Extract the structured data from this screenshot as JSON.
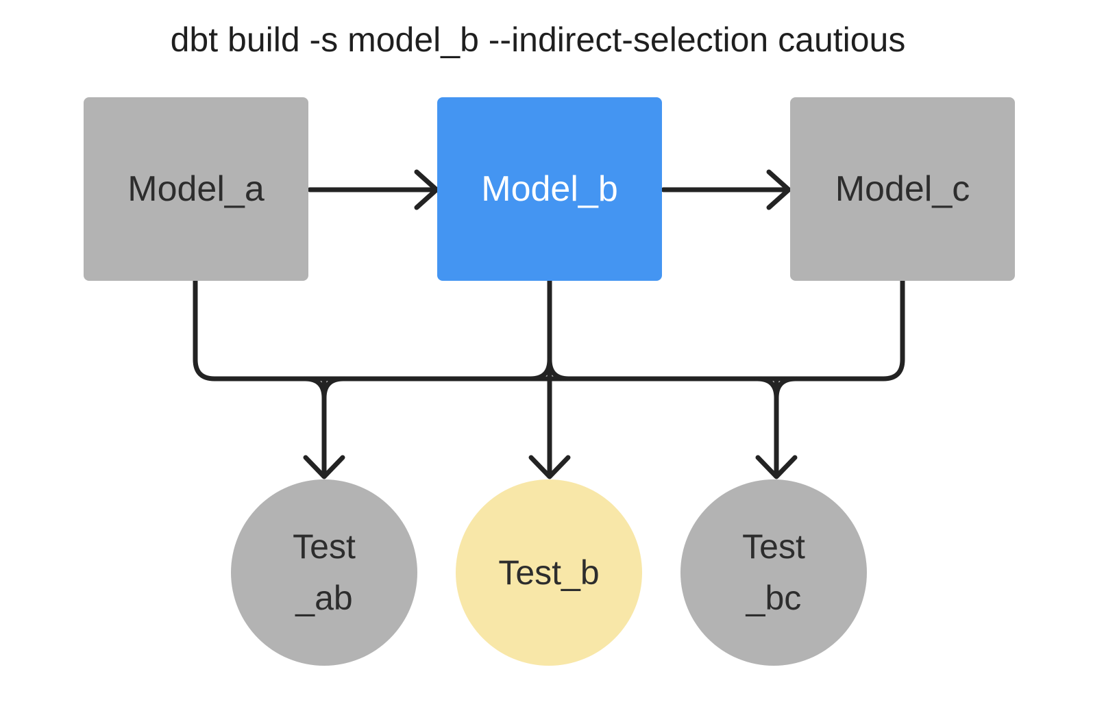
{
  "title": "dbt build -s model_b --indirect-selection cautious",
  "colors": {
    "selected_model_fill": "#4495F2",
    "selected_test_fill": "#F8E7A8",
    "unselected_fill": "#B3B3B3",
    "edge_stroke": "#232323",
    "dark_text": "#2D2D2D",
    "light_text": "#FFFFFF",
    "title_text": "#1F1F1F",
    "background": "#FFFFFF"
  },
  "nodes": {
    "model_a": {
      "label": "Model_a",
      "type": "model",
      "state": "unselected"
    },
    "model_b": {
      "label": "Model_b",
      "type": "model",
      "state": "selected"
    },
    "model_c": {
      "label": "Model_c",
      "type": "model",
      "state": "unselected"
    },
    "test_ab": {
      "label": "Test\n_ab",
      "type": "test",
      "state": "unselected"
    },
    "test_b": {
      "label": "Test_b",
      "type": "test",
      "state": "selected"
    },
    "test_bc": {
      "label": "Test\n_bc",
      "type": "test",
      "state": "unselected"
    }
  },
  "edges": [
    {
      "from": "model_a",
      "to": "model_b",
      "style": "arrow"
    },
    {
      "from": "model_b",
      "to": "model_c",
      "style": "arrow"
    },
    {
      "from": "model_a",
      "to": "test_ab",
      "style": "arrow"
    },
    {
      "from": "model_b",
      "to": "test_ab",
      "style": "arrow"
    },
    {
      "from": "model_b",
      "to": "test_b",
      "style": "arrow"
    },
    {
      "from": "model_b",
      "to": "test_bc",
      "style": "arrow"
    },
    {
      "from": "model_c",
      "to": "test_bc",
      "style": "arrow"
    }
  ]
}
